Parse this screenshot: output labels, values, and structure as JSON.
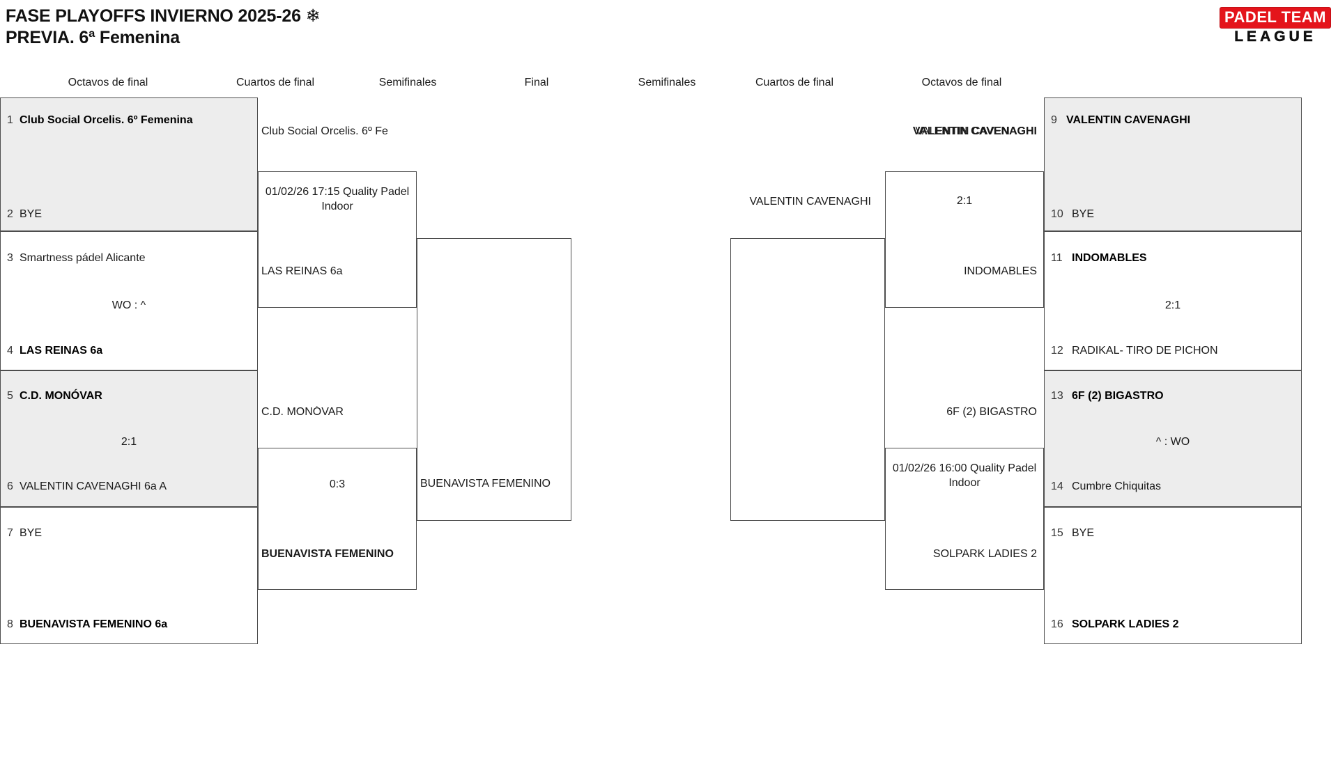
{
  "header": {
    "title": "FASE PLAYOFFS INVIERNO 2025-26 ❄\nPREVIA. 6ª Femenina",
    "logo_top": "PADEL TEAM",
    "logo_bottom": "LEAGUE"
  },
  "round_headers": {
    "left_r16": "Octavos de final",
    "left_qf": "Cuartos de final",
    "left_sf": "Semifinales",
    "final": "Final",
    "right_sf": "Semifinales",
    "right_qf": "Cuartos de final",
    "right_r16": "Octavos de final"
  },
  "bracket": {
    "left": {
      "r16": [
        {
          "seed_top": "1",
          "team_top": "Club Social Orcelis. 6º Femenina",
          "top_winner": true,
          "seed_bot": "2",
          "team_bot": "BYE",
          "bot_winner": false,
          "score": ""
        },
        {
          "seed_top": "3",
          "team_top": "Smartness pádel Alicante",
          "top_winner": false,
          "seed_bot": "4",
          "team_bot": "LAS REINAS 6a",
          "bot_winner": true,
          "score": "WO : ^"
        },
        {
          "seed_top": "5",
          "team_top": "C.D. MONÓVAR",
          "top_winner": true,
          "seed_bot": "6",
          "team_bot": "VALENTIN CAVENAGHI 6a A",
          "bot_winner": false,
          "score": "2:1"
        },
        {
          "seed_top": "7",
          "team_top": "BYE",
          "top_winner": false,
          "seed_bot": "8",
          "team_bot": "BUENAVISTA FEMENINO 6a",
          "bot_winner": true,
          "score": ""
        }
      ],
      "qf": [
        {
          "team_top": "Club Social Orcelis. 6º Fe",
          "top_winner": false,
          "team_bot": "LAS REINAS 6a",
          "bot_winner": false,
          "schedule": "01/02/26 17:15 Quality Padel Indoor",
          "score": ""
        },
        {
          "team_top": "C.D. MONÓVAR",
          "top_winner": false,
          "team_bot": "BUENAVISTA FEMENINO",
          "bot_winner": true,
          "schedule": "",
          "score": "0:3"
        }
      ],
      "sf": [
        {
          "team": "BUENAVISTA FEMENINO",
          "winner": false
        }
      ]
    },
    "right": {
      "r16": [
        {
          "seed_top": "9",
          "team_top": "VALENTIN CAVENAGHI",
          "top_winner": true,
          "seed_bot": "10",
          "team_bot": "BYE",
          "bot_winner": false,
          "score": ""
        },
        {
          "seed_top": "11",
          "team_top": "INDOMABLES",
          "top_winner": true,
          "seed_bot": "12",
          "team_bot": "RADIKAL- TIRO DE PICHON",
          "bot_winner": false,
          "score": "2:1"
        },
        {
          "seed_top": "13",
          "team_top": "6F (2) BIGASTRO",
          "top_winner": true,
          "seed_bot": "14",
          "team_bot": "Cumbre Chiquitas",
          "bot_winner": false,
          "score": "^ : WO"
        },
        {
          "seed_top": "15",
          "team_top": "BYE",
          "top_winner": false,
          "seed_bot": "16",
          "team_bot": "SOLPARK LADIES 2",
          "bot_winner": true,
          "score": ""
        }
      ],
      "qf": [
        {
          "team_top": "VALENTIN CAVENAGHI",
          "top_winner": false,
          "team_bot": "INDOMABLES",
          "bot_winner": false,
          "schedule": "",
          "score": "2:1"
        },
        {
          "team_top": "6F (2) BIGASTRO",
          "top_winner": false,
          "team_bot": "SOLPARK LADIES 2",
          "bot_winner": false,
          "schedule": "01/02/26 16:00 Quality Padel Indoor",
          "score": ""
        }
      ],
      "sf": [
        {
          "team": "VALENTIN CAVENAGHI",
          "winner": false
        }
      ],
      "final_slot": {
        "team": "VALENTIN CAVENAGHI",
        "winner": true
      }
    }
  }
}
